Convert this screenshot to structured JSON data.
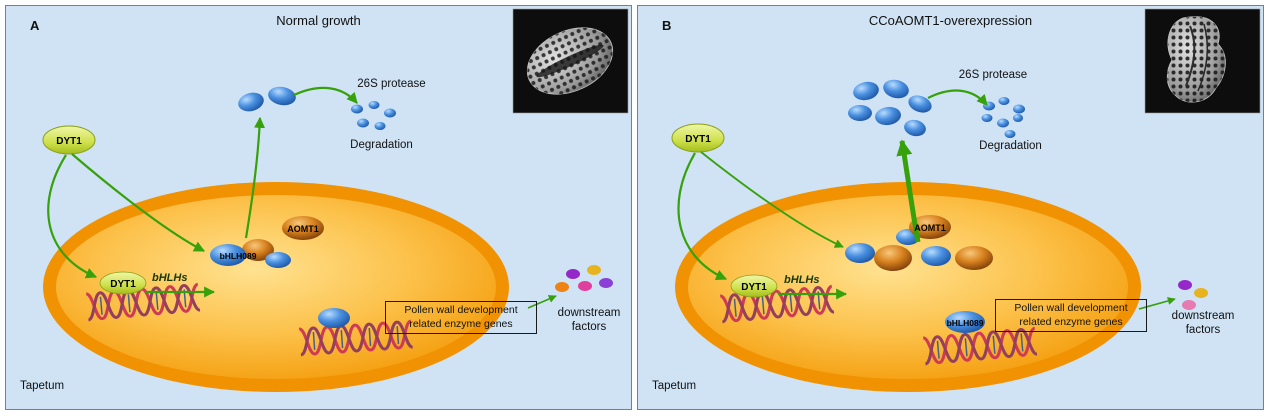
{
  "figure": {
    "panels": [
      {
        "label": "A",
        "title": "Normal growth",
        "free_factor": "DYT1",
        "nuclear_factor": "DYT1",
        "bhlhs_label": "bHLHs",
        "bhlh089_label": "bHLH089",
        "aomt1_label": "AOMT1",
        "protease_label": "26S protease",
        "degradation_label": "Degradation",
        "enzyme_genes_label": "Pollen wall development related enzyme genes",
        "downstream_label": "downstream factors",
        "tapetum_label": "Tapetum"
      },
      {
        "label": "B",
        "title": "CCoAOMT1-overexpression",
        "free_factor": "DYT1",
        "nuclear_factor": "DYT1",
        "bhlhs_label": "bHLHs",
        "bhlh089_label": "bHLH089",
        "aomt1_label": "AOMT1",
        "protease_label": "26S protease",
        "degradation_label": "Degradation",
        "enzyme_genes_label": "Pollen wall development related enzyme genes",
        "downstream_label": "downstream factors",
        "tapetum_label": "Tapetum"
      }
    ],
    "colors": {
      "panel_background": "#cfe3f4",
      "arrow_green": "#36a10b",
      "nucleus_orange": "#f19203",
      "nucleus_inner": "#fcc14a",
      "blob_blue": "#2f6fc4",
      "blob_orange": "#c9761a",
      "dyt1_yellow_green": "#cde04a",
      "dna_red": "#cf3a55"
    }
  }
}
